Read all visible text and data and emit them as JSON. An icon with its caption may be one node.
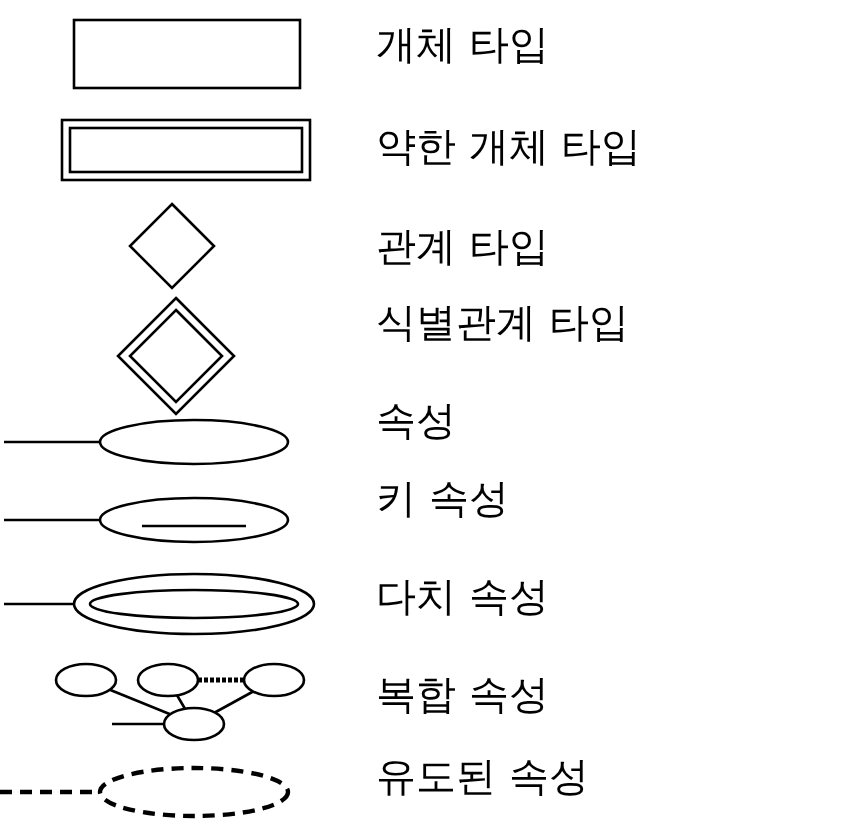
{
  "diagram": {
    "nodes": [
      {
        "text": [],
        "shape": "box"
      },
      {
        "text": [],
        "shape": "box"
      },
      {
        "text": [],
        "shape": "diamond"
      },
      {
        "text": [],
        "shape": "diamond"
      },
      {
        "text": [],
        "shape": "ellipse"
      },
      {
        "text": [],
        "shape": "ellipse"
      },
      {
        "text": [],
        "shape": "ellipse"
      },
      {
        "text": [],
        "shape": "ellipse"
      },
      {
        "text": [],
        "shape": "ellipse"
      },
      {
        "text": [],
        "shape": "ellipse"
      },
      {
        "text": [],
        "shape": "ellipse"
      },
      {
        "text": [],
        "shape": "ellipse"
      }
    ],
    "edges": [
      {
        "from": null,
        "to": 4,
        "arrow": "none"
      },
      {
        "from": null,
        "to": 5,
        "arrow": "none"
      },
      {
        "from": null,
        "to": 6,
        "arrow": "none"
      },
      {
        "from": 7,
        "to": 10,
        "arrow": "none"
      },
      {
        "from": 8,
        "to": 10,
        "arrow": "none"
      },
      {
        "from": 9,
        "to": 10,
        "arrow": "none"
      },
      {
        "from": null,
        "to": 10,
        "arrow": "none"
      },
      {
        "from": null,
        "to": 11,
        "arrow": "none",
        "style": "dashed"
      },
      {
        "from": 8,
        "to": 9,
        "arrow": "none",
        "style": "dashed"
      }
    ],
    "labels": [
      "개체 타입",
      "약한 개체 타입",
      "관계 타입",
      "식별관계 타입",
      "속성",
      "키 속성",
      "다치 속성",
      "복합 속성",
      "유도된 속성"
    ]
  }
}
